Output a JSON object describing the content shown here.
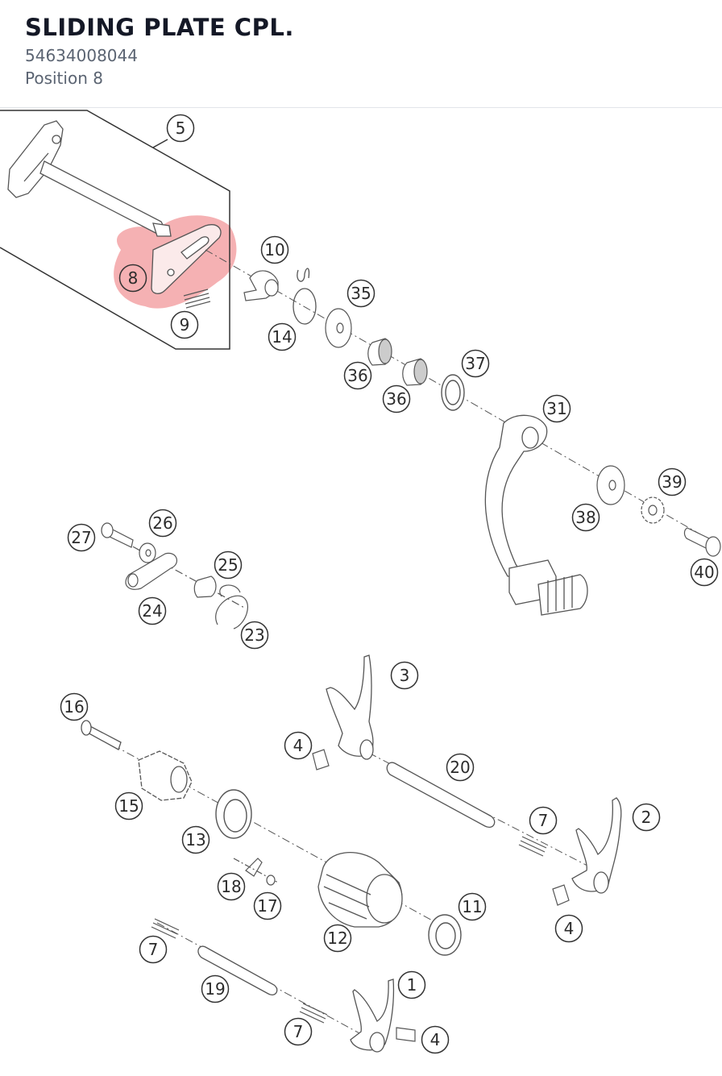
{
  "header": {
    "title": "SLIDING PLATE CPL.",
    "part_number": "54634008044",
    "position_label": "Position 8"
  },
  "diagram": {
    "highlight_color": "#f3a3a6",
    "callouts": [
      {
        "id": "c5",
        "label": "5"
      },
      {
        "id": "c8",
        "label": "8",
        "highlighted": true
      },
      {
        "id": "c9",
        "label": "9"
      },
      {
        "id": "c10",
        "label": "10"
      },
      {
        "id": "c14",
        "label": "14"
      },
      {
        "id": "c35",
        "label": "35"
      },
      {
        "id": "c36a",
        "label": "36"
      },
      {
        "id": "c36b",
        "label": "36"
      },
      {
        "id": "c37",
        "label": "37"
      },
      {
        "id": "c31",
        "label": "31"
      },
      {
        "id": "c38",
        "label": "38"
      },
      {
        "id": "c39",
        "label": "39"
      },
      {
        "id": "c40",
        "label": "40"
      },
      {
        "id": "c27",
        "label": "27"
      },
      {
        "id": "c26",
        "label": "26"
      },
      {
        "id": "c25",
        "label": "25"
      },
      {
        "id": "c24",
        "label": "24"
      },
      {
        "id": "c23",
        "label": "23"
      },
      {
        "id": "c3",
        "label": "3"
      },
      {
        "id": "c16",
        "label": "16"
      },
      {
        "id": "c4a",
        "label": "4"
      },
      {
        "id": "c20",
        "label": "20"
      },
      {
        "id": "c15",
        "label": "15"
      },
      {
        "id": "c2",
        "label": "2"
      },
      {
        "id": "c7a",
        "label": "7"
      },
      {
        "id": "c13",
        "label": "13"
      },
      {
        "id": "c18",
        "label": "18"
      },
      {
        "id": "c17",
        "label": "17"
      },
      {
        "id": "c11",
        "label": "11"
      },
      {
        "id": "c4b",
        "label": "4"
      },
      {
        "id": "c12",
        "label": "12"
      },
      {
        "id": "c7b",
        "label": "7"
      },
      {
        "id": "c19",
        "label": "19"
      },
      {
        "id": "c1",
        "label": "1"
      },
      {
        "id": "c7c",
        "label": "7"
      },
      {
        "id": "c4c",
        "label": "4"
      }
    ]
  }
}
